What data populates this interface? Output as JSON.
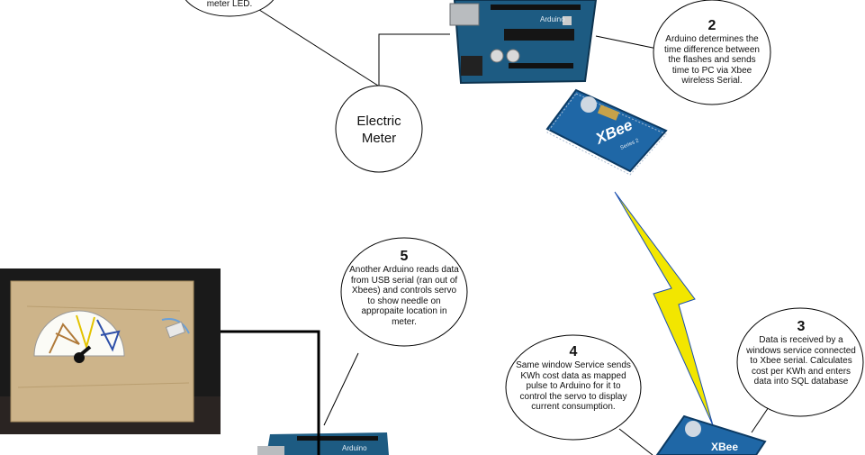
{
  "bubbles": {
    "step1": {
      "text": "meter LED."
    },
    "meter": {
      "line1": "Electric",
      "line2": "Meter"
    },
    "step2": {
      "num": "2",
      "text": "Arduino determines the time difference between the flashes and sends time to PC via Xbee wireless Serial."
    },
    "step3": {
      "num": "3",
      "text": "Data is received by a windows service connected to Xbee serial. Calculates cost per KWh and enters data into SQL database"
    },
    "step4": {
      "num": "4",
      "text": "Same window Service sends KWh cost data as mapped pulse to Arduino for it to control the servo to display current consumption."
    },
    "step5": {
      "num": "5",
      "text": "Another Arduino reads data from USB serial (ran out of Xbees) and controls servo to show needle on appropaite location in meter."
    }
  },
  "photos": {
    "arduino_top": {
      "brand": "Arduino"
    },
    "xbee_top": {
      "brand": "XBee",
      "series": "Series 2"
    },
    "xbee_bottom": {
      "brand": "XBee"
    },
    "arduino_bottom": {
      "brand": "Arduino"
    }
  },
  "colors": {
    "board": "#1d5b82",
    "xbee": "#1f67a6",
    "lightning": "#f2e600",
    "wire": "#000000",
    "wood": "#cdb48a"
  }
}
